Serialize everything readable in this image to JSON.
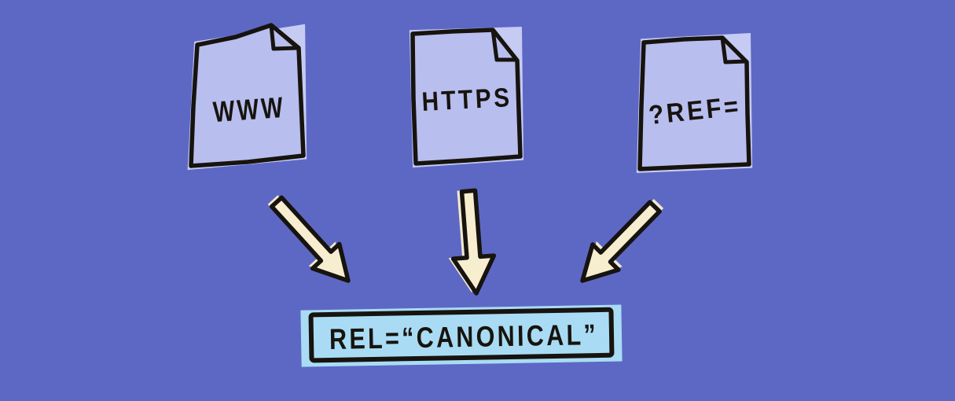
{
  "colors": {
    "background": "#5d68c5",
    "page_fill": "#b8beee",
    "page_shadow": "#c6cbf3",
    "ink": "#17130e",
    "arrow_fill": "#f7eed0",
    "arrow_halo": "#f3e9cd",
    "label_fill": "#a9dcf4"
  },
  "documents": [
    {
      "label": "WWW"
    },
    {
      "label": "HTTPS"
    },
    {
      "label": "?REF="
    }
  ],
  "canonical_label": {
    "text": "REL=“CANONICAL”"
  }
}
